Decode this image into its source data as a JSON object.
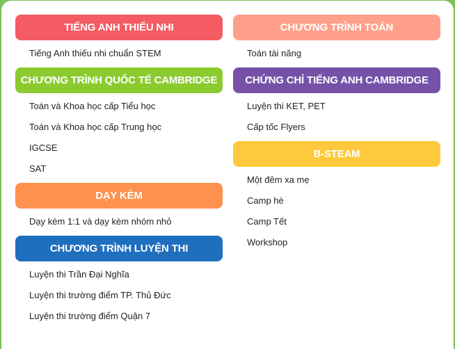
{
  "colors": {
    "background": "#7cc25a",
    "tieng_anh_thieu_nhi": "#f45b63",
    "quoc_te_cambridge": "#8ccb2f",
    "day_kem": "#fe914e",
    "luyen_thi": "#1f6fbf",
    "toan": "#ffa08a",
    "chung_chi": "#7552a8",
    "bsteam": "#fec93c"
  },
  "left": [
    {
      "title": "TIẾNG ANH THIẾU NHI",
      "items": [
        "Tiếng Anh thiếu nhi chuẩn STEM"
      ]
    },
    {
      "title": "CHƯƠNG TRÌNH QUỐC TẾ CAMBRIDGE",
      "items": [
        "Toán và Khoa học cấp Tiểu học",
        "Toán và Khoa học cấp Trung học",
        "IGCSE",
        "SAT"
      ]
    },
    {
      "title": "DẠY KÈM",
      "items": [
        "Dạy kèm 1:1 và dạy kèm nhóm nhỏ"
      ]
    },
    {
      "title": "CHƯƠNG TRÌNH LUYỆN THI",
      "items": [
        "Luyện thi Trần Đại Nghĩa",
        "Luyện thi trường điểm TP. Thủ Đức",
        "Luyện thi trường điểm Quận 7"
      ]
    }
  ],
  "right": [
    {
      "title": "CHƯƠNG TRÌNH TOÁN",
      "items": [
        "Toán tài năng"
      ]
    },
    {
      "title": "CHỨNG CHỈ TIẾNG ANH CAMBRIDGE",
      "items": [
        "Luyện thi KET, PET",
        "Cấp tốc Flyers"
      ]
    },
    {
      "title": "B-STEAM",
      "items": [
        "Một đêm xa mẹ",
        "Camp hè",
        "Camp Tết",
        "Workshop"
      ]
    }
  ]
}
